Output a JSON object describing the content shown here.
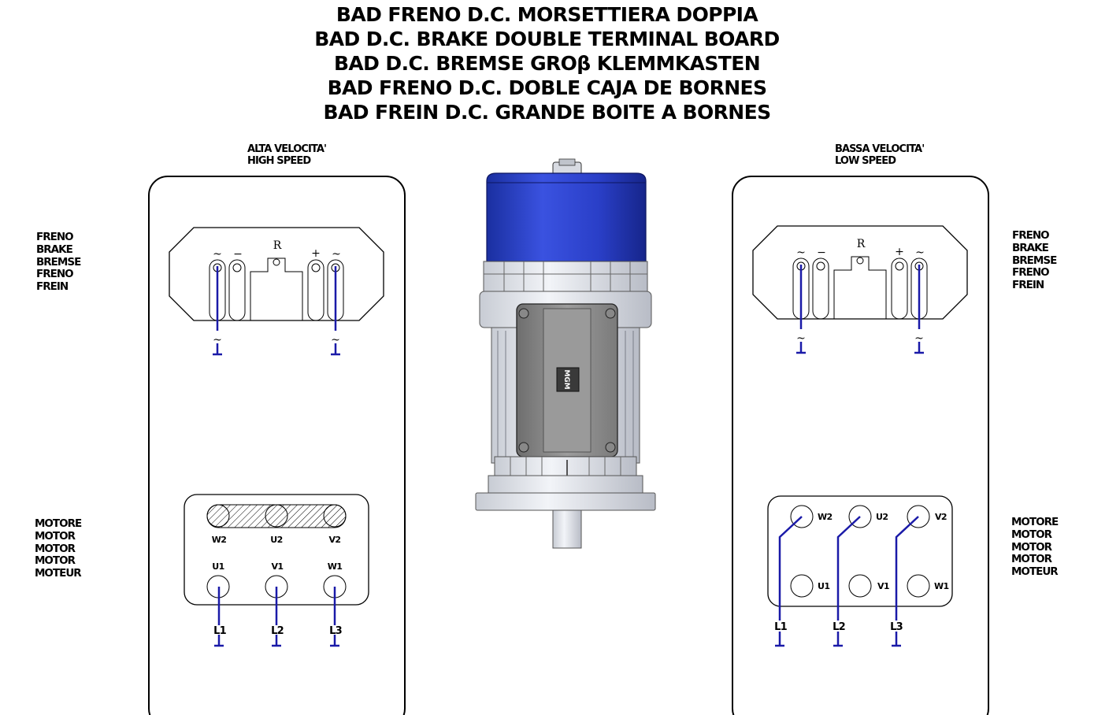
{
  "title": {
    "lines": [
      "BAD FRENO D.C. MORSETTIERA DOPPIA",
      "BAD D.C. BRAKE DOUBLE TERMINAL BOARD",
      "BAD D.C. BREMSE GROβ KLEMMKASTEN",
      "BAD FRENO D.C. DOBLE CAJA DE BORNES",
      "BAD FREIN D.C. GRANDE BOITE A BORNES"
    ]
  },
  "high_speed": {
    "label_1": "ALTA VELOCITA'",
    "label_2": "HIGH SPEED",
    "brake_symbols": {
      "ac_left": "~",
      "minus": "−",
      "r": "R",
      "plus": "+",
      "ac_right": "~"
    },
    "brake_wire_symbols": [
      "~",
      "~"
    ],
    "motor_top_terminals": [
      "W2",
      "U2",
      "V2"
    ],
    "motor_bottom_terminals": [
      "U1",
      "V1",
      "W1"
    ],
    "lines": [
      "L1",
      "L2",
      "L3"
    ]
  },
  "low_speed": {
    "label_1": "BASSA VELOCITA'",
    "label_2": "LOW SPEED",
    "brake_symbols": {
      "ac_left": "~",
      "minus": "−",
      "r": "R",
      "plus": "+",
      "ac_right": "~"
    },
    "brake_wire_symbols": [
      "~",
      "~"
    ],
    "motor_top_terminals": [
      "W2",
      "U2",
      "V2"
    ],
    "motor_bottom_terminals": [
      "U1",
      "V1",
      "W1"
    ],
    "lines": [
      "L1",
      "L2",
      "L3"
    ]
  },
  "brake_labels": [
    "FRENO",
    "BRAKE",
    "BREMSE",
    "FRENO",
    "FREIN"
  ],
  "motor_labels": [
    "MOTORE",
    "MOTOR",
    "MOTOR",
    "MOTOR",
    "MOTEUR"
  ],
  "motor_logo": "MGM",
  "colors": {
    "wire": "#1a1aa8",
    "brake_cover": "#2b3fc8",
    "motor_body": "#8e8e8e",
    "outline": "#000000"
  }
}
